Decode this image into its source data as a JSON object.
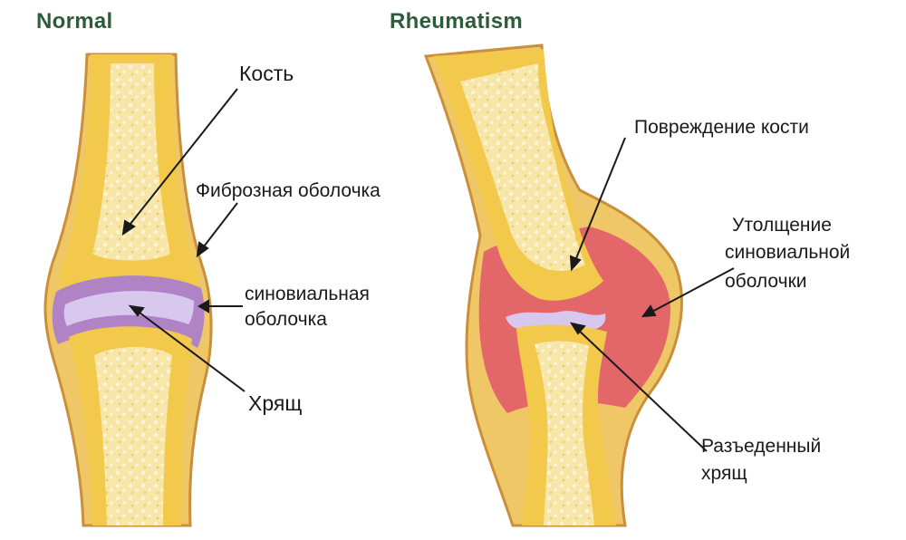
{
  "titles": {
    "normal": "Normal",
    "rheumatism": "Rheumatism"
  },
  "labels": {
    "bone": "Кость",
    "fibrous_capsule": "Фиброзная оболочка",
    "synovial_line1": "синовиальная",
    "synovial_line2": "оболочка",
    "cartilage": "Хрящ",
    "bone_damage": "Повреждение кости",
    "thickening_line1": "Утолщение",
    "thickening_line2": "синовиальной",
    "thickening_line3": "оболочки",
    "eroded_line1": "Разъеденный",
    "eroded_line2": "хрящ"
  },
  "colors": {
    "title": "#2e5c3a",
    "bone_outer": "#f2c94a",
    "bone_inner": "#f7e3a6",
    "bone_spongy": "#fbf1cf",
    "capsule": "#d9a04a",
    "synovial_normal": "#a87bd0",
    "synovial_inflamed": "#e0566a",
    "cartilage": "#d8c8ee",
    "arrow": "#1a1a1a"
  }
}
